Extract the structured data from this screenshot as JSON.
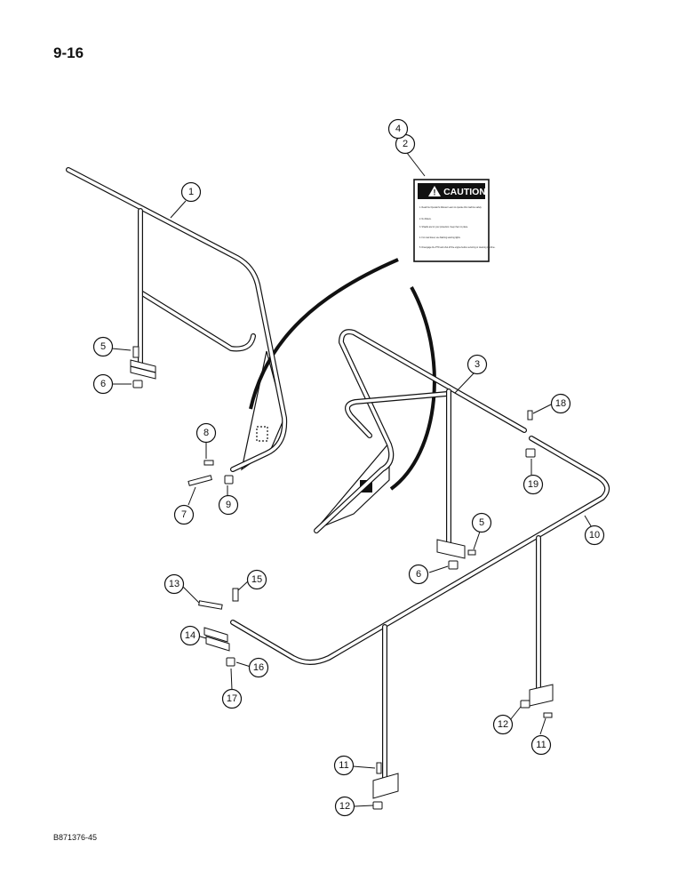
{
  "page_number": "9-16",
  "figure_code": "B871376-45",
  "decal": {
    "heading": "CAUTION",
    "lines": [
      "1. Read the Operator's Manual. Learn to operate this machine safely.",
      "2. No Riders.",
      "3. Shields are for your protection. Keep them in place.",
      "4. For road travel, use flashing warning lights.",
      "5. Disengage the PTO and shut off the engine before servicing or cleaning machine."
    ]
  },
  "callouts": [
    {
      "id": "c1",
      "label": "1"
    },
    {
      "id": "c2",
      "label": "2"
    },
    {
      "id": "c4",
      "label": "4"
    },
    {
      "id": "c3",
      "label": "3"
    },
    {
      "id": "c5a",
      "label": "5"
    },
    {
      "id": "c6a",
      "label": "6"
    },
    {
      "id": "c8",
      "label": "8"
    },
    {
      "id": "c7",
      "label": "7"
    },
    {
      "id": "c9",
      "label": "9"
    },
    {
      "id": "c18",
      "label": "18"
    },
    {
      "id": "c19",
      "label": "19"
    },
    {
      "id": "c5b",
      "label": "5"
    },
    {
      "id": "c6b",
      "label": "6"
    },
    {
      "id": "c10",
      "label": "10"
    },
    {
      "id": "c13",
      "label": "13"
    },
    {
      "id": "c15",
      "label": "15"
    },
    {
      "id": "c14",
      "label": "14"
    },
    {
      "id": "c16",
      "label": "16"
    },
    {
      "id": "c17",
      "label": "17"
    },
    {
      "id": "c12a",
      "label": "12"
    },
    {
      "id": "c11a",
      "label": "11"
    },
    {
      "id": "c11b",
      "label": "11"
    },
    {
      "id": "c12b",
      "label": "12"
    }
  ]
}
